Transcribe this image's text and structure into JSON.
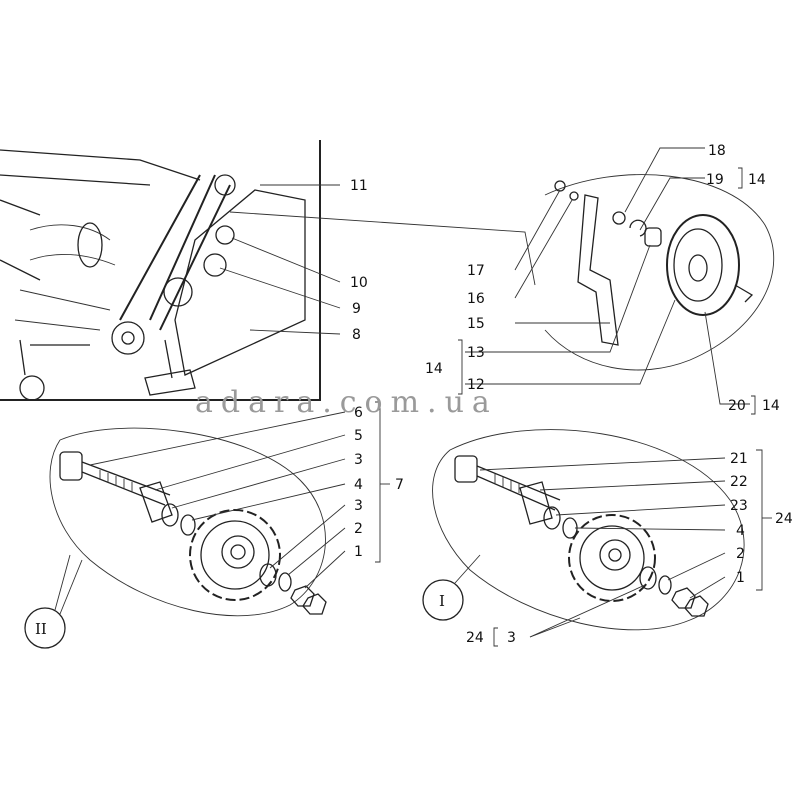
{
  "watermark": "adara.com.ua",
  "labels": {
    "l18": "18",
    "l19": "19",
    "l19b": "14",
    "l11": "11",
    "l10": "10",
    "l9": "9",
    "l8": "8",
    "l17": "17",
    "l16": "16",
    "l15": "15",
    "l13": "13",
    "l12": "12",
    "l14a": "14",
    "l20": "20",
    "l20b": "14",
    "II": {
      "6": "6",
      "5": "5",
      "3a": "3",
      "4": "4",
      "3b": "3",
      "2": "2",
      "1": "1",
      "7": "7"
    },
    "I": {
      "21": "21",
      "22": "22",
      "23": "23",
      "4": "4",
      "2": "2",
      "1": "1",
      "24": "24",
      "24b": "24",
      "3": "3"
    }
  },
  "views": {
    "II": "II",
    "I": "I"
  }
}
